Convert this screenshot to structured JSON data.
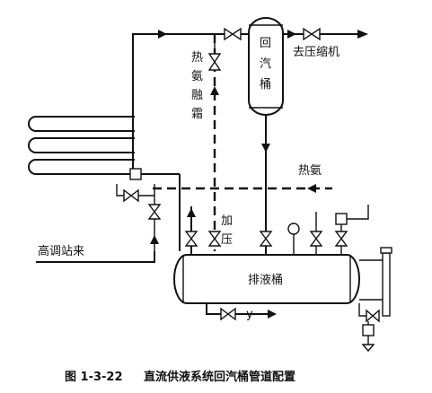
{
  "labels": {
    "hot_ammonia_defrost": [
      "热",
      "氨",
      "融",
      "霜"
    ],
    "return_drum": [
      "回",
      "汽",
      "桶"
    ],
    "to_compressor": "去压缩机",
    "hot_ammonia": "热氨",
    "pressurize": [
      "加",
      "压"
    ],
    "from_regulating_station": "高调站来",
    "drain_tank": "排液桶",
    "y_outlet": "y"
  },
  "caption": {
    "number": "图 1-3-22",
    "title": "直流供液系统回汽桶管道配置"
  }
}
